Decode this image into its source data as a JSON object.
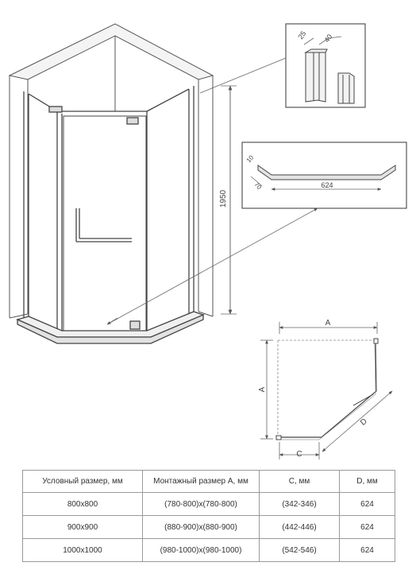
{
  "dims": {
    "height": "1950",
    "profile_w1": "25",
    "profile_w2": "40",
    "tray_a": "10",
    "tray_b": "70",
    "tray_len": "624"
  },
  "plan": {
    "label_a_top": "A",
    "label_a_side": "A",
    "label_c": "C",
    "label_d": "D"
  },
  "table": {
    "headers": [
      "Условный размер, мм",
      "Монтажный размер А, мм",
      "С, мм",
      "D, мм"
    ],
    "rows": [
      [
        "800х800",
        "(780-800)х(780-800)",
        "(342-346)",
        "624"
      ],
      [
        "900х900",
        "(880-900)х(880-900)",
        "(442-446)",
        "624"
      ],
      [
        "1000х1000",
        "(980-1000)х(980-1000)",
        "(542-546)",
        "624"
      ]
    ]
  }
}
